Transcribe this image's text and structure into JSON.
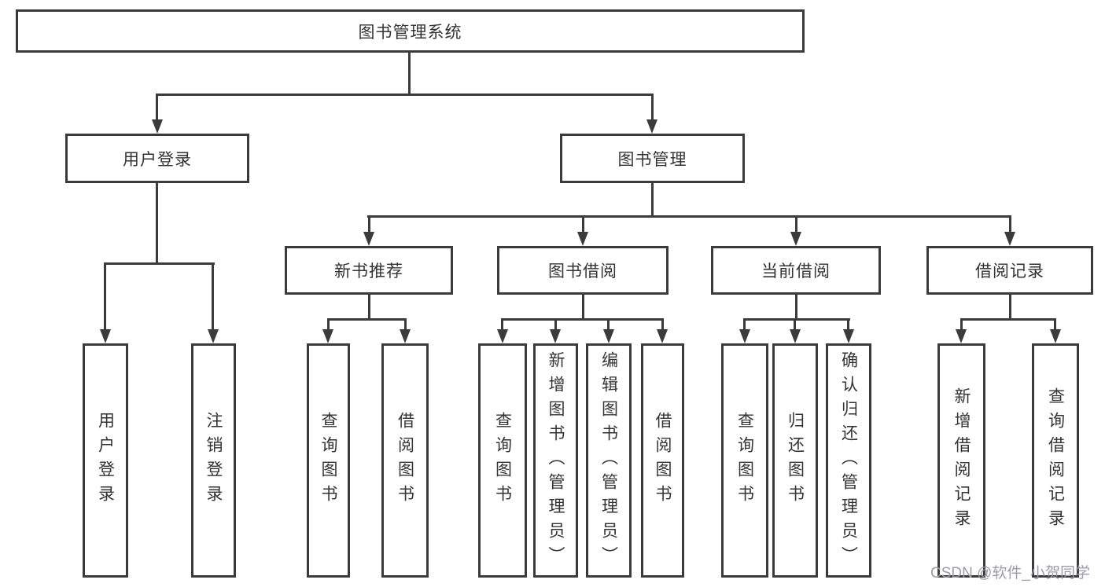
{
  "diagram_type": "hierarchy-tree",
  "tree": {
    "label": "图书管理系统",
    "children": [
      {
        "label": "用户登录",
        "children": [
          {
            "label": "用户登录"
          },
          {
            "label": "注销登录"
          }
        ]
      },
      {
        "label": "图书管理",
        "children": [
          {
            "label": "新书推荐",
            "children": [
              {
                "label": "查询图书"
              },
              {
                "label": "借阅图书"
              }
            ]
          },
          {
            "label": "图书借阅",
            "children": [
              {
                "label": "查询图书"
              },
              {
                "label": "新增图书（管理员）"
              },
              {
                "label": "编辑图书（管理员）"
              },
              {
                "label": "借阅图书"
              }
            ]
          },
          {
            "label": "当前借阅",
            "children": [
              {
                "label": "查询图书"
              },
              {
                "label": "归还图书"
              },
              {
                "label": "确认归还（管理员）"
              }
            ]
          },
          {
            "label": "借阅记录",
            "children": [
              {
                "label": "新增借阅记录"
              },
              {
                "label": "查询借阅记录"
              }
            ]
          }
        ]
      }
    ]
  },
  "watermark": "CSDN @软件_小贺同学",
  "colors": {
    "line": "#3b3b3b",
    "text": "#333333",
    "background": "#ffffff",
    "watermark": "#9c9ca6"
  }
}
